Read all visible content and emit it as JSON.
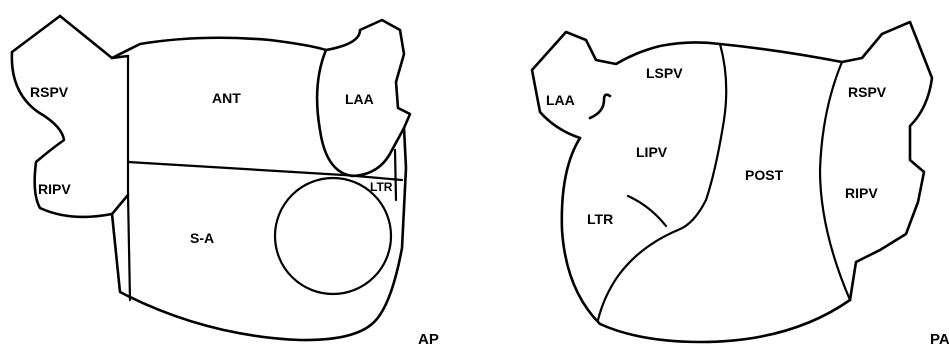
{
  "views": [
    {
      "view_label": "AP",
      "regions": [
        "RSPV",
        "RIPV",
        "ANT",
        "LAA",
        "LTR",
        "S-A"
      ]
    },
    {
      "view_label": "PA",
      "regions": [
        "LAA",
        "LSPV",
        "LIPV",
        "LTR",
        "POST",
        "RSPV",
        "RIPV"
      ]
    }
  ]
}
